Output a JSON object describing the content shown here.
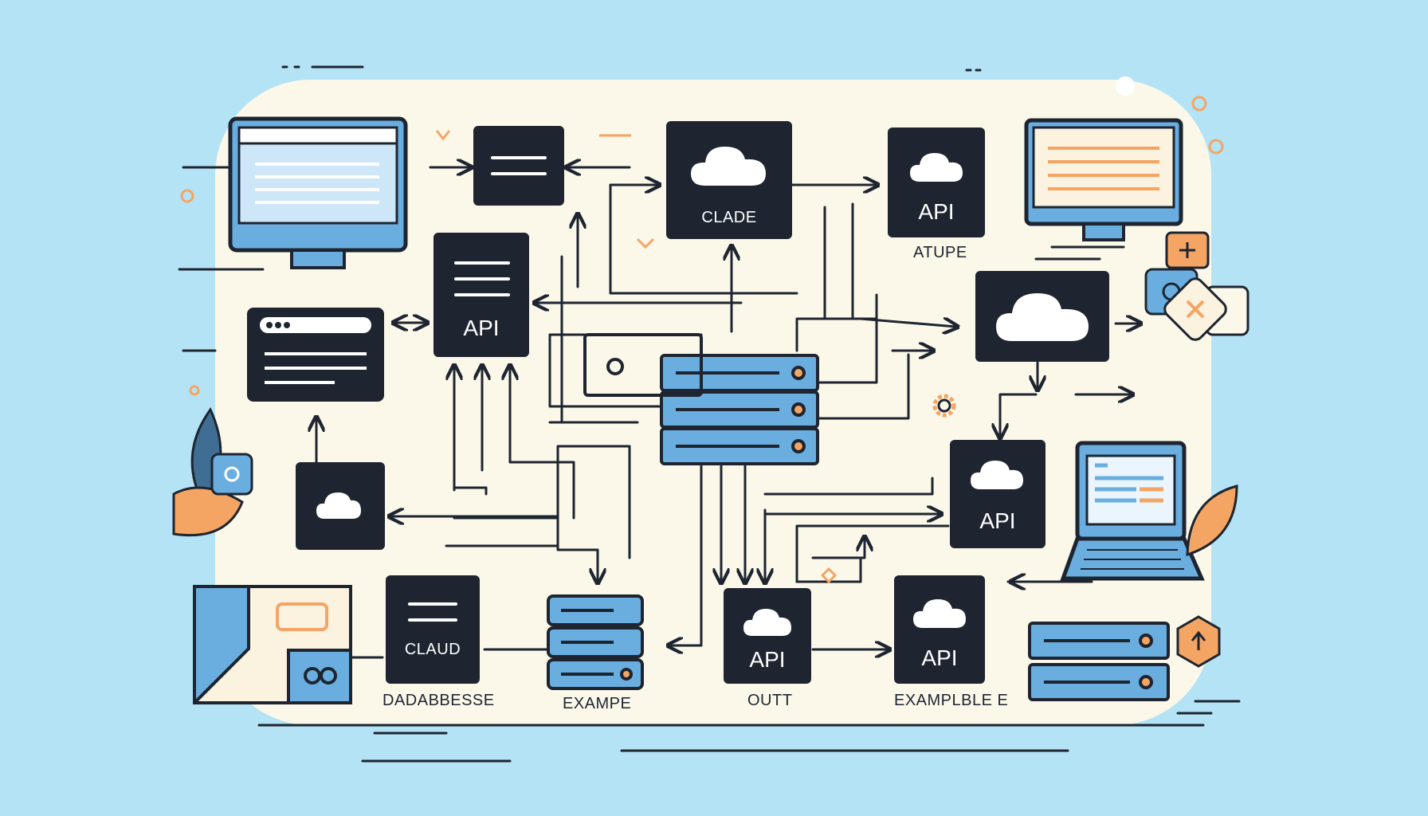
{
  "colors": {
    "background": "#b3e3f4",
    "panel": "#fbf8ea",
    "node": "#1e2530",
    "accent_blue": "#6aaee0",
    "accent_orange": "#f4a564",
    "line": "#1e2530"
  },
  "nodes": {
    "clade": {
      "label": "CLADE"
    },
    "api_top_left": {
      "label": "API"
    },
    "api_top_right": {
      "label": "API"
    },
    "api_middle_right": {
      "label": "API"
    },
    "api_bottom_center": {
      "label": "API"
    },
    "api_bottom_right": {
      "label": "API"
    },
    "claud": {
      "label": "CLAUD"
    }
  },
  "captions": {
    "atupe": "ATUPE",
    "dadabbesse": "DADABBESSE",
    "exampe": "EXAMPE",
    "outt": "OUTT",
    "examplble": "EXAMPLBLE E"
  },
  "icons": [
    "monitor-icon",
    "laptop-icon",
    "cloud-icon",
    "server-stack-icon",
    "database-icon",
    "browser-window-icon",
    "gear-icon",
    "leaf-icon",
    "plus-icon",
    "sparkle-icon",
    "hexagon-icon",
    "envelope-icon"
  ]
}
